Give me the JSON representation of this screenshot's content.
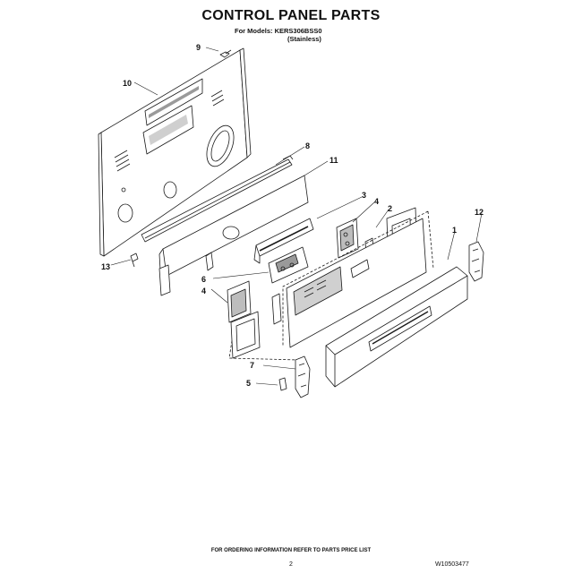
{
  "header": {
    "title": "CONTROL PANEL PARTS",
    "models_label": "For Models: KERS306BSS0",
    "variant": "(Stainless)"
  },
  "callouts": [
    "9",
    "10",
    "8",
    "11",
    "3",
    "4",
    "2",
    "1",
    "12",
    "13",
    "6",
    "4",
    "7",
    "5"
  ],
  "footer": {
    "ordering_note": "FOR ORDERING INFORMATION REFER TO PARTS PRICE LIST",
    "page_number": "2",
    "document_number": "W10503477"
  },
  "colors": {
    "line": "#1a1a1a",
    "panel_fill": "#ffffff",
    "shade": "#9a9a9a"
  }
}
